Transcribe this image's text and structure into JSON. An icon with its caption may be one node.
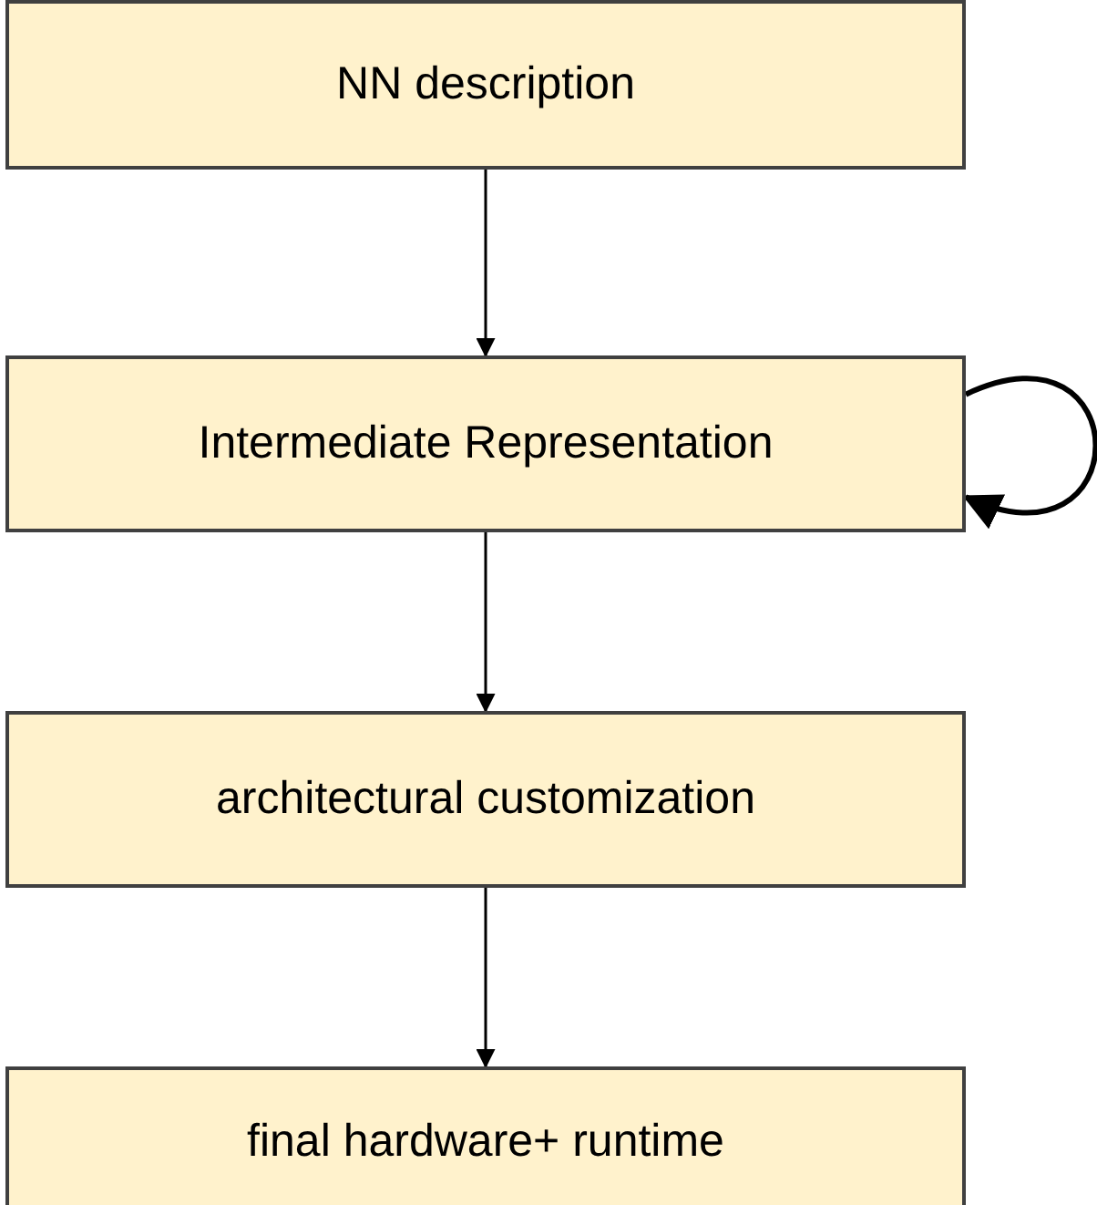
{
  "diagram": {
    "nodes": [
      {
        "text": [
          "NN description"
        ]
      },
      {
        "text": [
          "Intermediate Representation"
        ]
      },
      {
        "text": [
          "architectural customization"
        ]
      },
      {
        "text": [
          "final hardware+ runtime"
        ]
      }
    ],
    "edges": [
      {
        "from": 0,
        "to": 1,
        "arrow": "to"
      },
      {
        "from": 1,
        "to": 1,
        "arrow": "to",
        "style": "thick"
      },
      {
        "from": 1,
        "to": 2,
        "arrow": "to"
      },
      {
        "from": 2,
        "to": 3,
        "arrow": "to"
      }
    ]
  }
}
